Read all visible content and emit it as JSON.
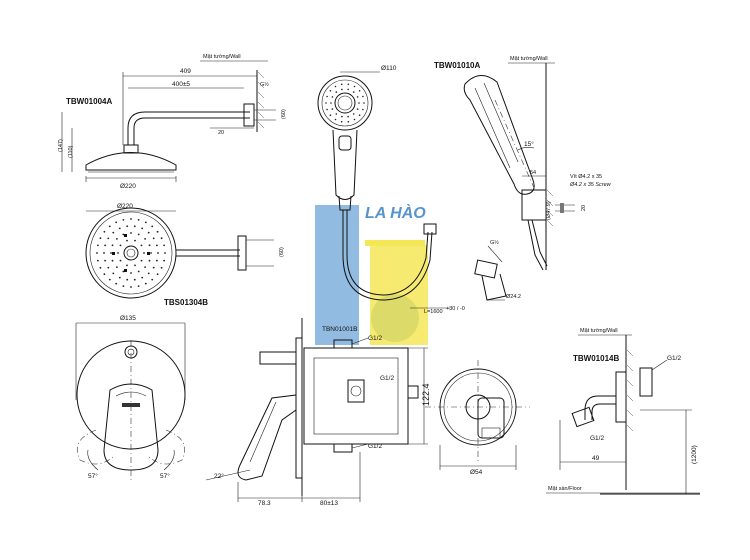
{
  "watermark": {
    "text": "LA HÀO",
    "colors": {
      "blue": "#3b82c4",
      "yellow": "#f3e33a"
    }
  },
  "head_shower": {
    "code": "TBW01004A",
    "wall_label": "Mặt tường/Wall",
    "dim_total": "409",
    "dim_arm": "400±5",
    "dim_thread": "G½",
    "dim_height_147": "(147)",
    "dim_height_110": "(110)",
    "dim_20": "20",
    "dim_60": "(60)",
    "dim_diam": "Ø220"
  },
  "head_top": {
    "dim_diam": "Ø220",
    "dim_60": "(60)"
  },
  "hand_shower": {
    "dim_diam": "Ø110",
    "dim_hose": "L=1600",
    "dim_hose_tol": "+30 / -0"
  },
  "holder": {
    "code": "TBW01010A",
    "wall_label": "Mặt tường/Wall",
    "dim_15": "15°",
    "dim_54": "54",
    "dim_screw": "Vít Ø4.2 x 35",
    "dim_screw_en": "Ø4.2 x 35 Screw",
    "dim_20": "20",
    "dim_diam": "(Ø47.9)",
    "dim_thread": "G½",
    "dim_24": "Ø24.2"
  },
  "mixer": {
    "code": "TBS01304B",
    "dim_diam": "Ø135",
    "dim_angle_left": "57°",
    "dim_angle_right": "57°",
    "dim_22": "22°",
    "dim_78": "78.3",
    "dim_80": "80±13"
  },
  "valve": {
    "code": "TBN01001B",
    "g_top": "G1/2",
    "g_mid": "G1/2",
    "g_bottom": "G1/2",
    "dim_height": "122.4"
  },
  "outlet": {
    "dim_diam": "Ø54"
  },
  "elbow": {
    "code": "TBW01014B",
    "wall_label": "Mặt tường/Wall",
    "g_out": "G1/2",
    "g_in": "G1/2",
    "dim_49": "49",
    "dim_1200": "(1200)",
    "floor_label": "Mặt sàn/Floor"
  }
}
